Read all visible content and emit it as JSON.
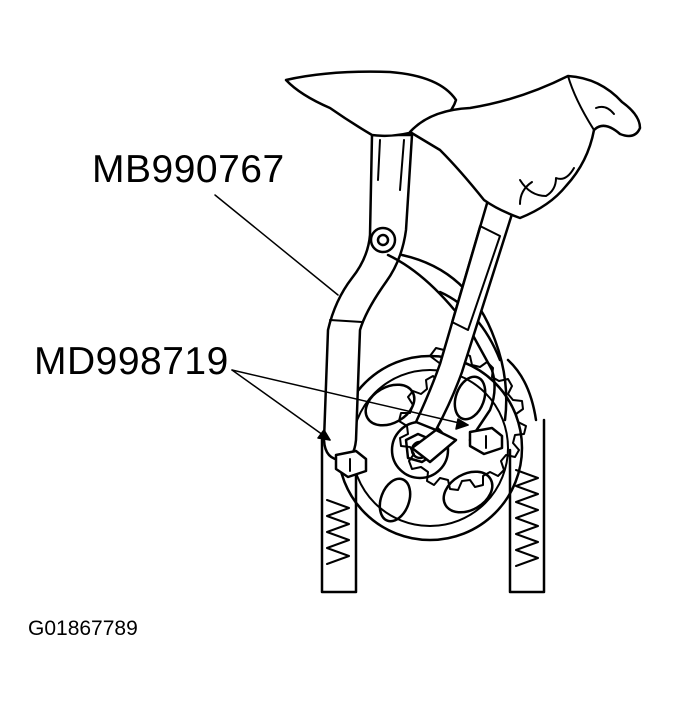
{
  "labels": {
    "tool_1": "MB990767",
    "tool_2": "MD998719",
    "figure_id": "G01867789"
  },
  "colors": {
    "line": "#000000",
    "background": "#ffffff"
  }
}
